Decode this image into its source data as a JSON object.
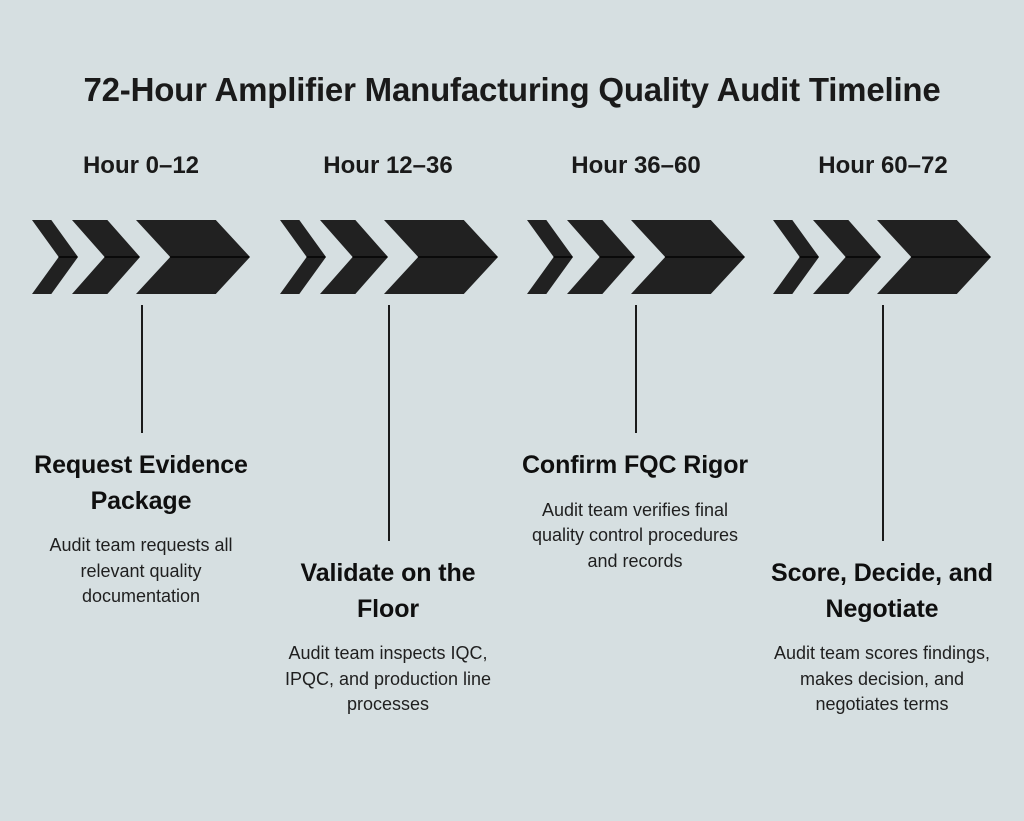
{
  "title": "72-Hour Amplifier Manufacturing Quality Audit Timeline",
  "colors": {
    "background": "#d6dfe1",
    "chevron": "#212121",
    "chevron_seam": "#0a0a0a",
    "title_text": "#1a1a1a",
    "heading_text": "#0f0f0f",
    "body_text": "#1f1f1f",
    "connector_line": "#1a1a1a"
  },
  "steps": [
    {
      "hour_label": "Hour 0–12",
      "heading": "Request Evidence Package",
      "description": "Audit team requests all relevant quality documentation"
    },
    {
      "hour_label": "Hour 12–36",
      "heading": "Validate on the Floor",
      "description": "Audit team inspects IQC, IPQC, and production line processes"
    },
    {
      "hour_label": "Hour 36–60",
      "heading": "Confirm FQC Rigor",
      "description": "Audit team verifies final quality control procedures and records"
    },
    {
      "hour_label": "Hour 60–72",
      "heading": "Score, Decide, and Negotiate",
      "description": "Audit team scores findings, makes decision, and negotiates terms"
    }
  ]
}
